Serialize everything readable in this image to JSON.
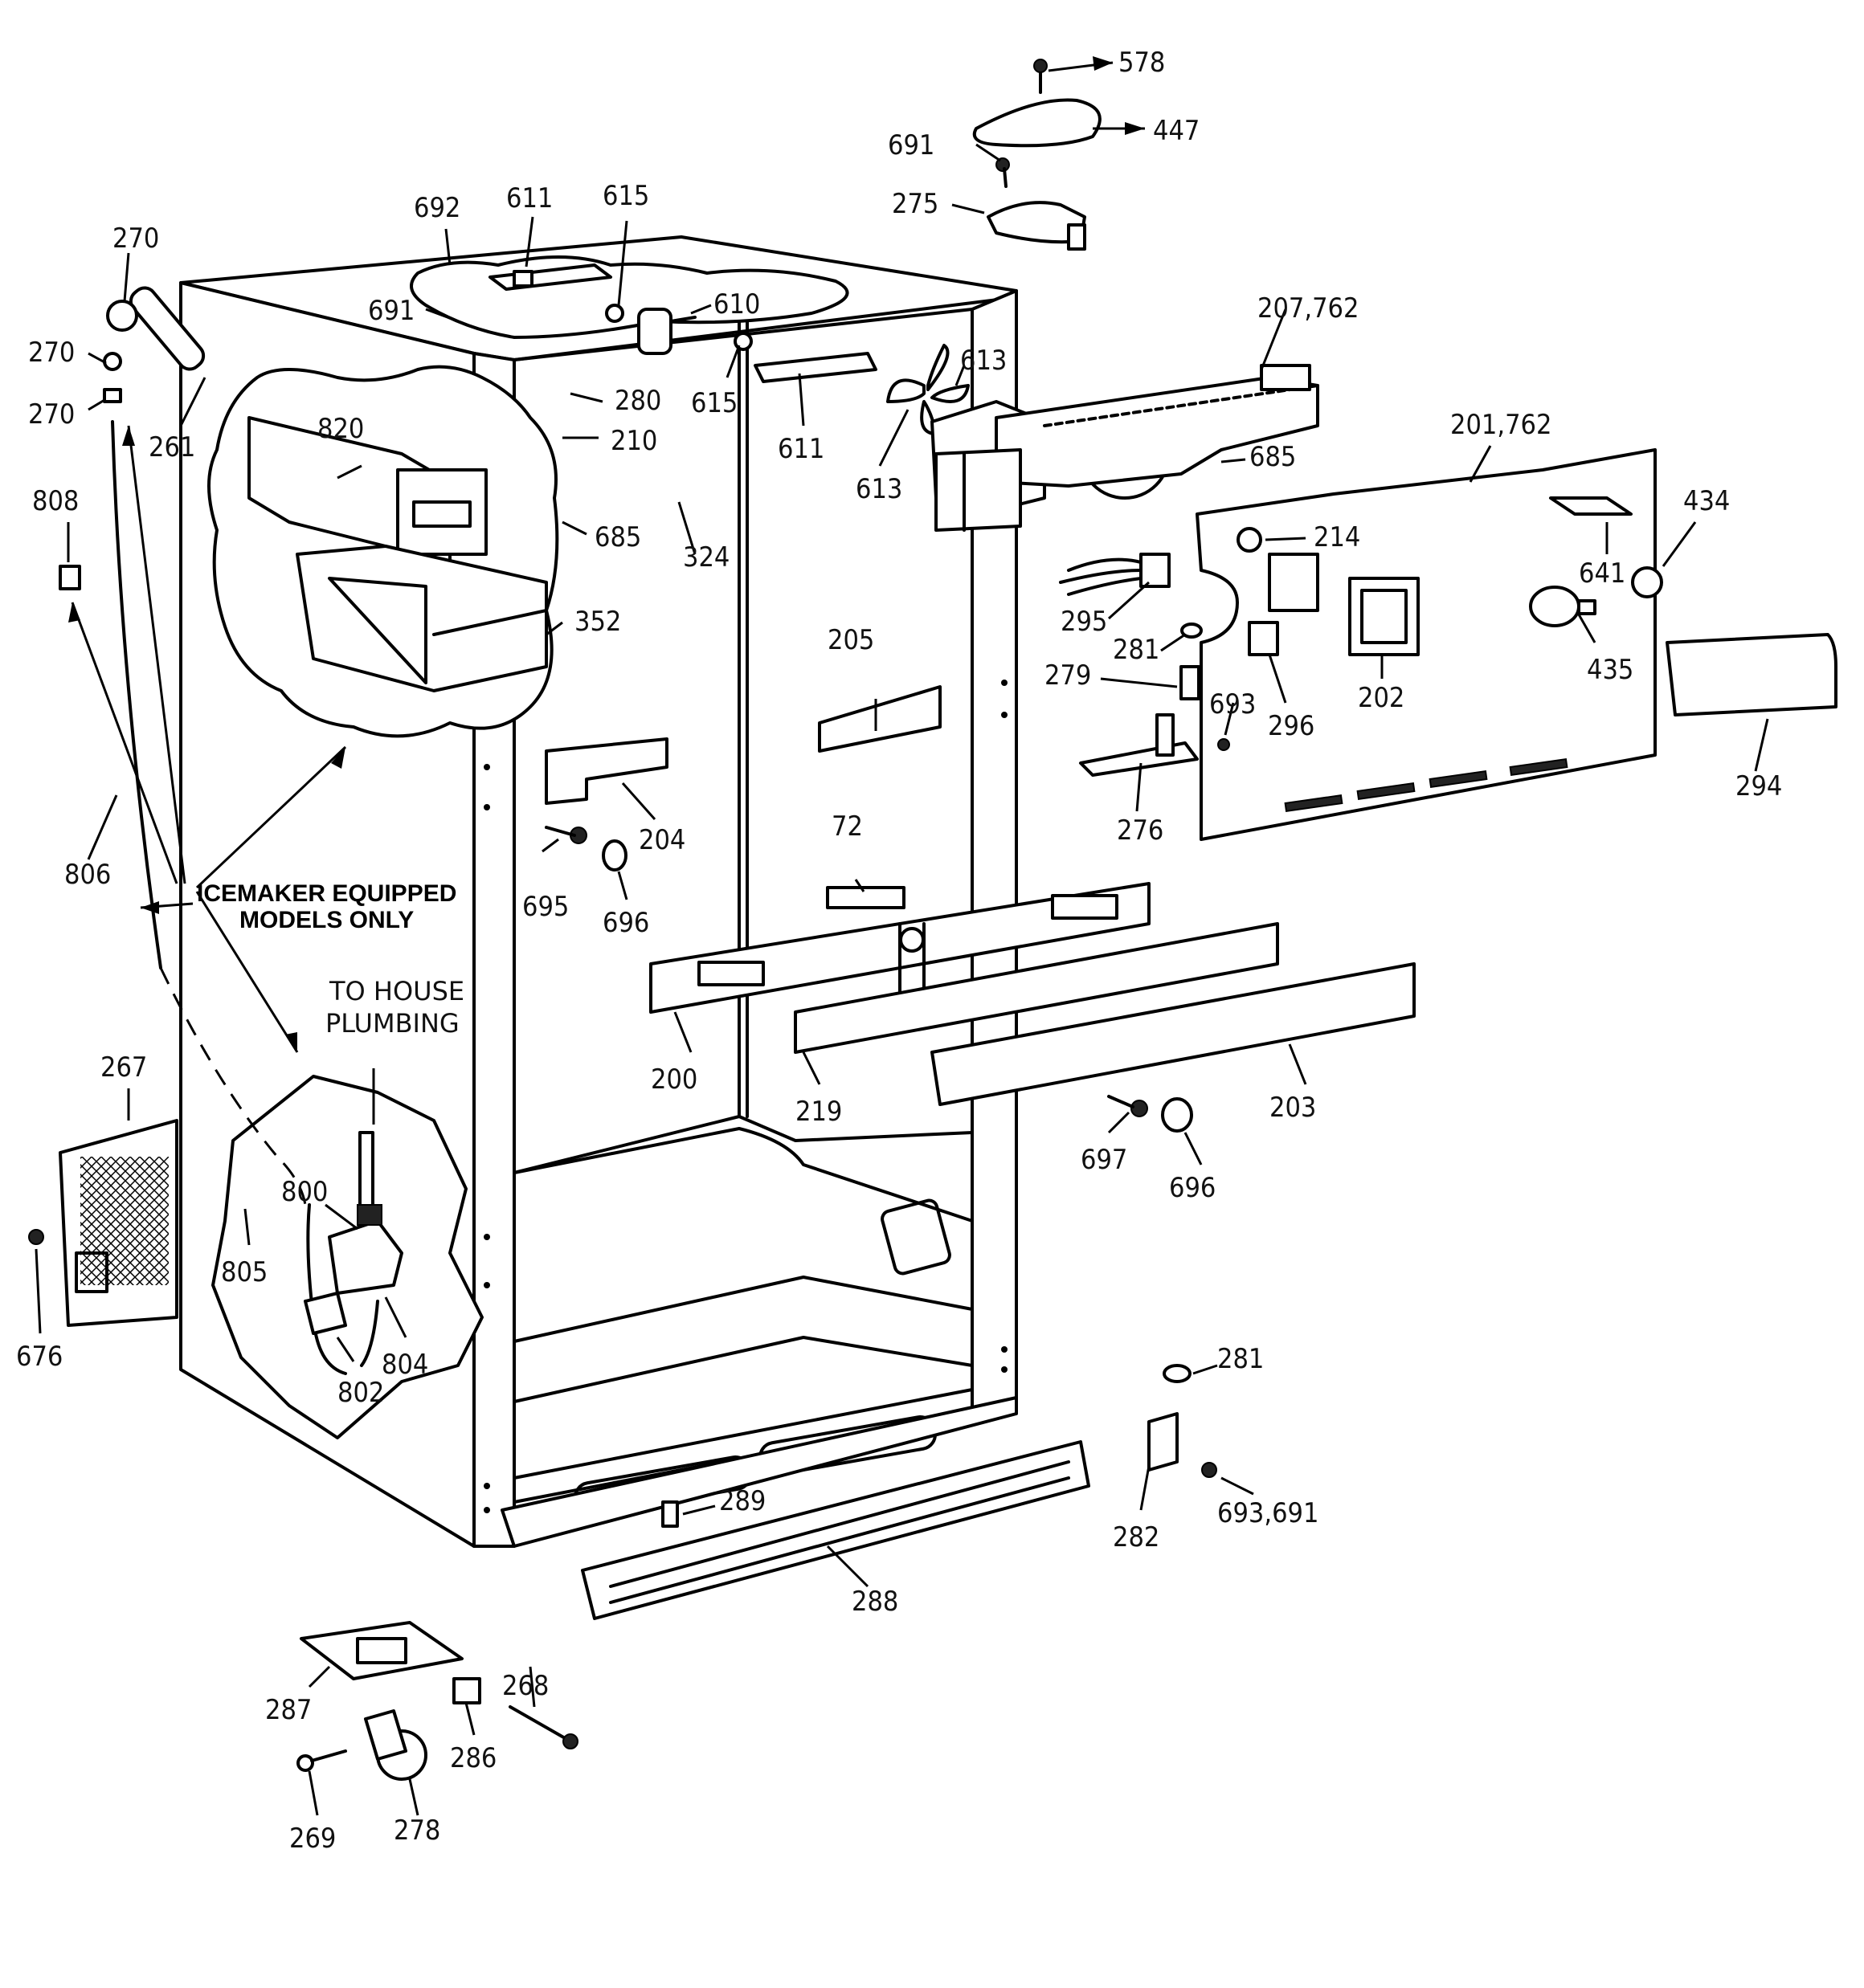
{
  "notes": {
    "icemaker": [
      "ICEMAKER EQUIPPED",
      "MODELS ONLY"
    ],
    "plumbing": [
      "TO HOUSE",
      "PLUMBING"
    ]
  },
  "labels": {
    "l578": "578",
    "l447": "447",
    "l691a": "691",
    "l275": "275",
    "l692": "692",
    "l611a": "611",
    "l615a": "615",
    "l610": "610",
    "l270a": "270",
    "l270b": "270",
    "l270c": "270",
    "l261": "261",
    "l691b": "691",
    "l280": "280",
    "l615b": "615",
    "l611b": "611",
    "l613a": "613",
    "l613b": "613",
    "l207": "207,762",
    "l685a": "685",
    "l201": "201,762",
    "l434": "434",
    "l641": "641",
    "l435": "435",
    "l214": "214",
    "l295": "295",
    "l281a": "281",
    "l279": "279",
    "l693": "693",
    "l296": "296",
    "l202": "202",
    "l294": "294",
    "l276": "276",
    "l820": "820",
    "l210": "210",
    "l685b": "685",
    "l324": "324",
    "l808": "808",
    "l352": "352",
    "l205": "205",
    "l204": "204",
    "l695": "695",
    "l696a": "696",
    "l72": "72",
    "l806": "806",
    "l200": "200",
    "l219": "219",
    "l203": "203",
    "l697": "697",
    "l696b": "696",
    "l267": "267",
    "l800": "800",
    "l805": "805",
    "l804": "804",
    "l802": "802",
    "l676": "676",
    "l281b": "281",
    "l282": "282",
    "l693691": "693,691",
    "l289": "289",
    "l288": "288",
    "l287": "287",
    "l268": "268",
    "l286": "286",
    "l269": "269",
    "l278": "278"
  }
}
